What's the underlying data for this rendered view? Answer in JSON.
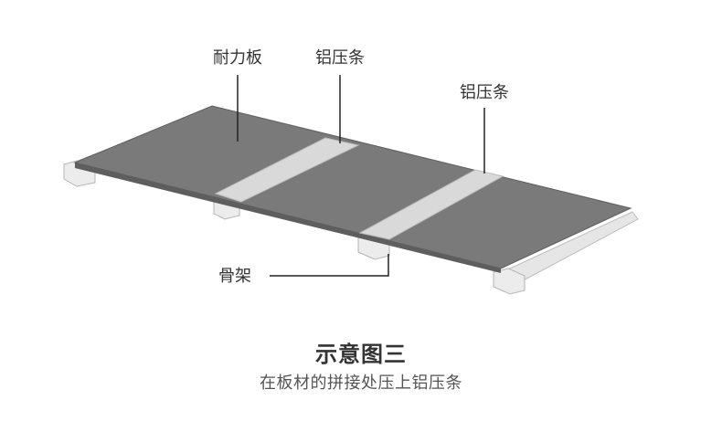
{
  "labels": {
    "board": "耐力板",
    "strip_left": "铝压条",
    "strip_right": "铝压条",
    "frame": "骨架"
  },
  "caption": {
    "title": "示意图三",
    "subtitle": "在板材的拼接处压上铝压条"
  },
  "colors": {
    "panel": "#7a7a7a",
    "panel_edge": "#5e5e5e",
    "strip": "#d9d9d9",
    "frame": "#e6e6e6",
    "frame_edge": "#bdbdbd",
    "leader": "#222222",
    "text": "#333333"
  }
}
